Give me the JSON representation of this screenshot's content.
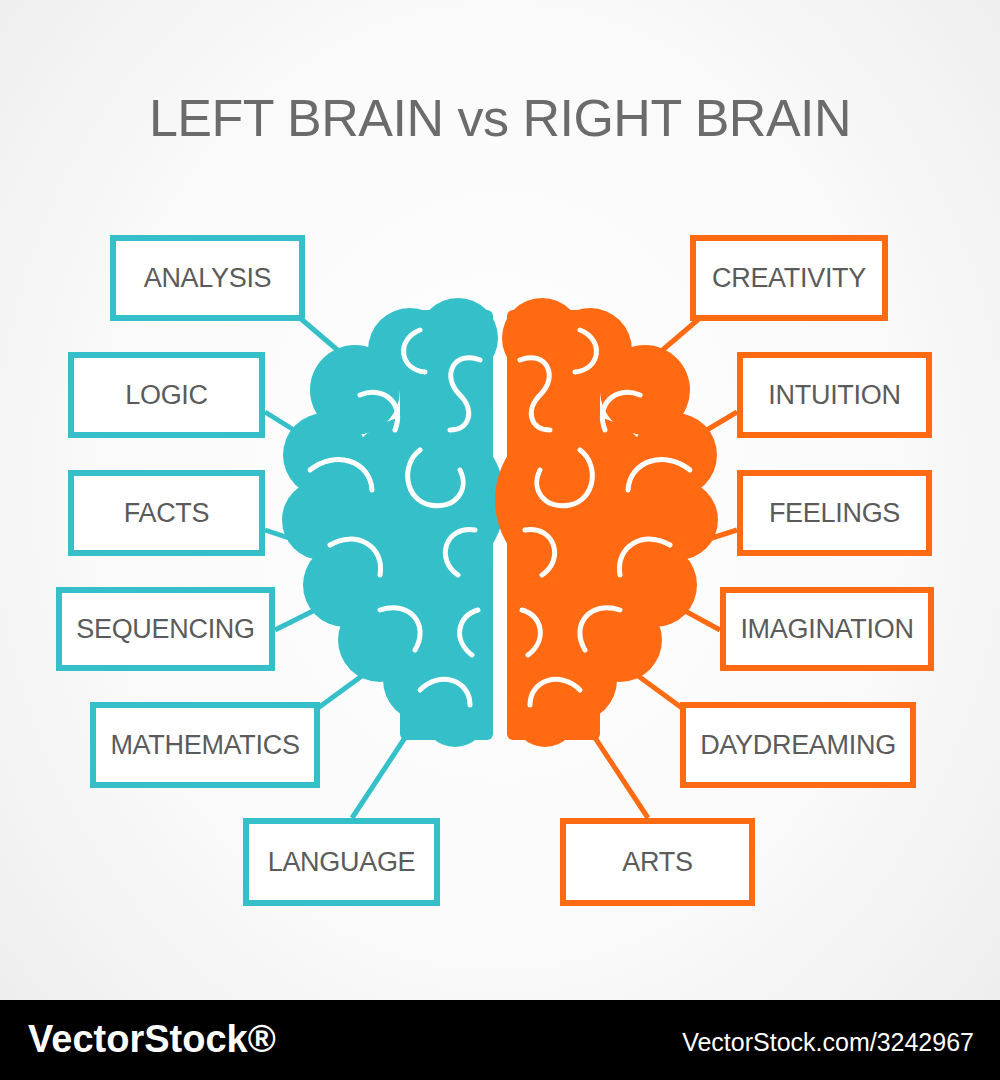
{
  "diagram": {
    "title": "LEFT BRAIN vs RIGHT BRAIN",
    "nodes": [
      {
        "text": [
          "ANALYSIS"
        ]
      },
      {
        "text": [
          "CREATIVITY"
        ]
      },
      {
        "text": [
          "LOGIC"
        ]
      },
      {
        "text": [
          "INTUITION"
        ]
      },
      {
        "text": [
          "FACTS"
        ]
      },
      {
        "text": [
          "FEELINGS"
        ]
      },
      {
        "text": [
          "SEQUENCING"
        ]
      },
      {
        "text": [
          "IMAGINATION"
        ]
      },
      {
        "text": [
          "MATHEMATICS"
        ]
      },
      {
        "text": [
          "DAYDREAMING"
        ]
      },
      {
        "text": [
          "LANGUAGE"
        ]
      },
      {
        "text": [
          "ARTS"
        ]
      }
    ],
    "labels": [
      "VectorStock®",
      "VectorStock.com/3242967"
    ]
  }
}
